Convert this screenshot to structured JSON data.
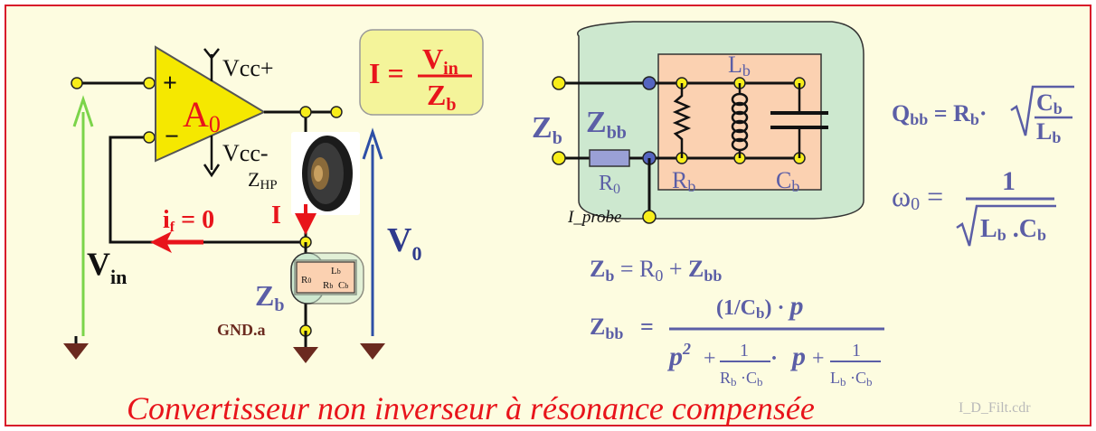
{
  "colors": {
    "background": "#fdfce0",
    "border": "#d8182a",
    "opamp_fill": "#f5e800",
    "impedance_fill": "#cde8cf",
    "inner_box": "#fbd1b1",
    "label_blue": "#5b5ea6",
    "label_red": "#e8141b",
    "node_yellow": "#f8ee1a",
    "node_blue": "#5565c0",
    "arrow_green": "#7bd44a",
    "arrow_blue": "#2d4fa6",
    "ground_brown": "#6b2a1f"
  },
  "amplifier": {
    "label": "A",
    "sub": "0",
    "plus": "+",
    "minus": "−",
    "vcc_plus": "Vcc+",
    "vcc_minus": "Vcc-"
  },
  "loudspeaker": {
    "label": "Z",
    "sub": "HP"
  },
  "current_label": "I",
  "feedback_current": {
    "main": "i",
    "sub": "f",
    "rest": " = 0"
  },
  "vin": {
    "main": "V",
    "sub": "in"
  },
  "v0": {
    "main": "V",
    "sub": "0"
  },
  "zb_label": {
    "main": "Z",
    "sub": "b"
  },
  "zb_box": {
    "r": "R",
    "r_sub": "0",
    "l": "L",
    "l_sub": "b",
    "rb": "R",
    "rb_sub": "b",
    "c": "C",
    "c_sub": "b"
  },
  "ground_label": "GND.a",
  "formula_box": {
    "lhs": "I =",
    "num_main": "V",
    "num_sub": "in",
    "den_main": "Z",
    "den_sub": "b"
  },
  "network": {
    "zb": {
      "main": "Z",
      "sub": "b"
    },
    "zbb": {
      "main": "Z",
      "sub": "bb"
    },
    "r0": {
      "main": "R",
      "sub": "0"
    },
    "lb": {
      "main": "L",
      "sub": "b"
    },
    "rb": {
      "main": "R",
      "sub": "b"
    },
    "cb": {
      "main": "C",
      "sub": "b"
    },
    "probe": "I_probe"
  },
  "formulas": {
    "qbb": {
      "lhs": "Q",
      "lhs_sub": "bb",
      "eq": " = ",
      "r": "R",
      "r_sub": "b",
      "dot": "·",
      "num": "C",
      "num_sub": "b",
      "den": "L",
      "den_sub": "b"
    },
    "w0": {
      "lhs": "ω",
      "lhs_sub": "0",
      "eq": " = ",
      "num": "1",
      "l": "L",
      "l_sub": "b",
      "dot": " .",
      "c": "C",
      "c_sub": "b"
    },
    "zb_eq": {
      "lhs": "Z",
      "lhs_sub": "b",
      "eq": " = ",
      "r": "R",
      "r_sub": "0",
      "plus": " + ",
      "z": "Z",
      "z_sub": "bb"
    },
    "zbb_eq": {
      "lhs": "Z",
      "lhs_sub": "bb",
      "eq": "=",
      "num_a": "(1/C",
      "num_a_sub": "b",
      "num_b": ")",
      "num_dot": " · ",
      "num_p": "p",
      "den_p": "p",
      "den_p_sup": "2",
      "den_plus1": " + ",
      "frac1_num": "1",
      "frac1_den_r": "R",
      "frac1_den_r_sub": "b",
      "frac1_den_dot": " ·",
      "frac1_den_c": "C",
      "frac1_den_c_sub": "b",
      "den_dot": " · ",
      "den_p2": "p",
      "den_plus2": " + ",
      "frac2_num": "1",
      "frac2_den_l": "L",
      "frac2_den_l_sub": "b",
      "frac2_den_dot": " ·",
      "frac2_den_c": "C",
      "frac2_den_c_sub": "b"
    }
  },
  "caption": "Convertisseur non inverseur à résonance compensée",
  "file_tag": "I_D_Filt.cdr"
}
